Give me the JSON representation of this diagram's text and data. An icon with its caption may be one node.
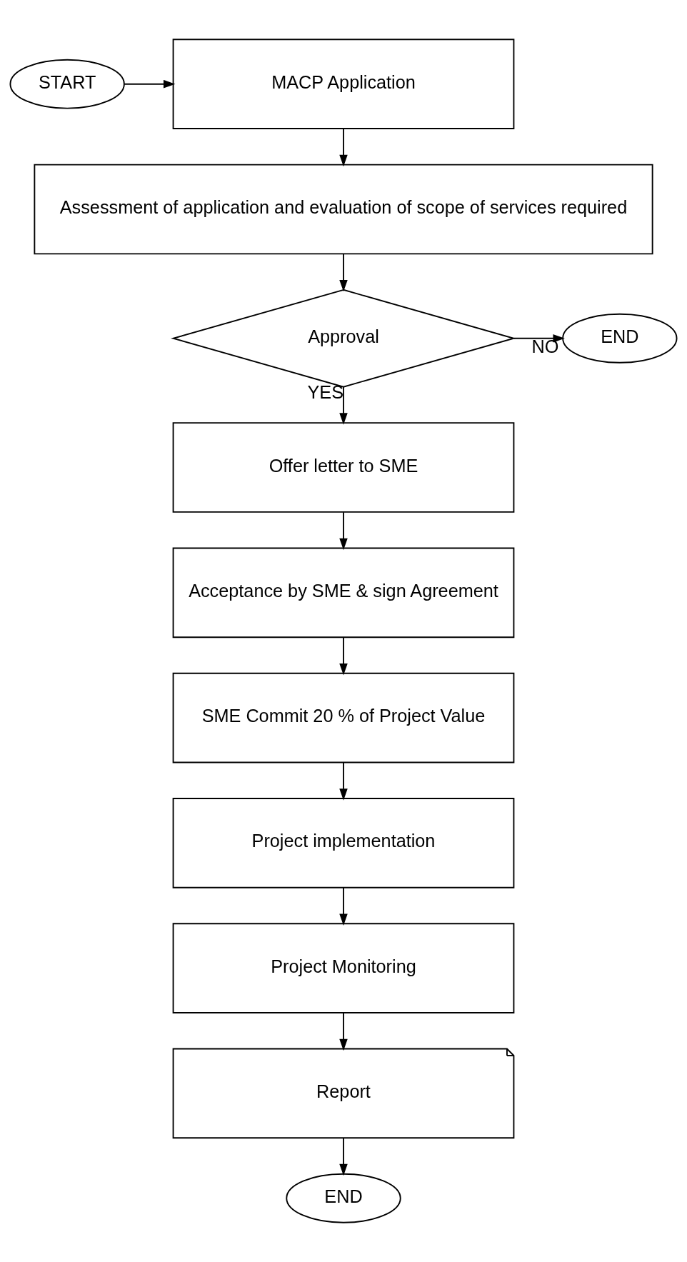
{
  "diagram": {
    "nodes": [
      {
        "text": [
          "START"
        ]
      },
      {
        "text": [
          "MACP Application"
        ]
      },
      {
        "text": [
          "Assessment of application and evaluation of scope of services required"
        ]
      },
      {
        "text": [
          "Approval"
        ]
      },
      {
        "text": [
          "END"
        ]
      },
      {
        "text": [
          "Offer letter to SME"
        ]
      },
      {
        "text": [
          "Acceptance by SME & sign Agreement"
        ]
      },
      {
        "text": [
          "SME Commit 20 % of Project Value"
        ]
      },
      {
        "text": [
          "Project implementation"
        ]
      },
      {
        "text": [
          "Project Monitoring"
        ]
      },
      {
        "text": [
          "Report"
        ]
      },
      {
        "text": [
          "END"
        ]
      }
    ],
    "edges": [
      {
        "from": 0,
        "to": 1,
        "arrow": "to"
      },
      {
        "from": 1,
        "to": 2,
        "arrow": "to"
      },
      {
        "from": 2,
        "to": 3,
        "arrow": "to"
      },
      {
        "from": 3,
        "to": 4,
        "arrow": "to",
        "label": "NO"
      },
      {
        "from": 3,
        "to": 5,
        "arrow": "to",
        "label": "YES"
      },
      {
        "from": 5,
        "to": 6,
        "arrow": "to"
      },
      {
        "from": 6,
        "to": 7,
        "arrow": "to"
      },
      {
        "from": 7,
        "to": 8,
        "arrow": "to"
      },
      {
        "from": 8,
        "to": 9,
        "arrow": "to"
      },
      {
        "from": 9,
        "to": 10,
        "arrow": "to"
      },
      {
        "from": 10,
        "to": 11,
        "arrow": "to"
      }
    ]
  }
}
